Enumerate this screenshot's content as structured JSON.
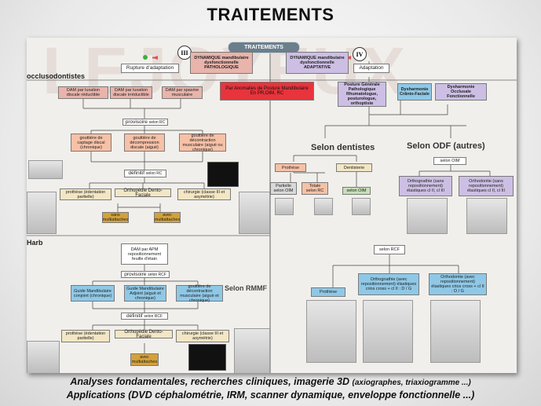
{
  "title": "TRAITEMENTS",
  "panel": {
    "watermark": "LEJOYEUX",
    "header_pill": "TRAITEMENTS",
    "roman_left": "III",
    "roman_right": "IV",
    "rupture": "Rupture d'adaptation",
    "adaptation": "Adaptation",
    "dam_patho": "DYNAMIQUE mandibulaire dysfonctionnelle PATHOLOGIQUE",
    "dam_adapt": "DYNAMIQUE mandibulaire dysfonctionnelle ADAPTATIVE",
    "anomalies": "Par Anomalies de Posture Mandibulaire En PR,OIM, RC",
    "section_occlu": "occlusodontistes",
    "section_harb": "Harb",
    "selon_dentistes": "Selon dentistes",
    "selon_odf": "Selon ODF (autres)",
    "selon_rmmf": "Selon RMMF",
    "occlu": {
      "dam1": "DAM par luxation discale réductible",
      "dam2": "DAM par luxation discale irréductible",
      "dam3": "DAM par spasme musculaire",
      "provisoire": "provisoire",
      "provisoire_sub": "selon RC",
      "g1": "gouttière de captage discal (chronique)",
      "g2": "gouttière de décompression discale (aiguë)",
      "g3": "gouttière de décontraction musculaire (aiguë ou chronique)",
      "definitif": "définitif",
      "definitif_sub": "selon RC",
      "prothese": "prothèse (édentation partielle)",
      "orthopedie": "Orthopédie Dento-Faciale",
      "chirurgie": "chirurgie (classe III et asymétrie)",
      "sans": "sans multiattaches",
      "avec": "avec multiattaches"
    },
    "posture": {
      "p1": "Posture Générale Pathologique Rhumatologue, posturologue, orthoptiste",
      "p2": "Dysharmonie Crânio-Faciale",
      "p3": "Dysharmonie Occlusale Fonctionnelle"
    },
    "dentistes": {
      "prothese": "Prothèse",
      "dentisterie": "Dentisterie",
      "partielle": "Partielle selon OIM",
      "totale": "Totale selon RC",
      "selon_oim": "selon OIM"
    },
    "odf": {
      "selon_oim": "selon OIM",
      "orthognathie": "Orthognathie (sans repositionnement) élastiques cl II, cl III",
      "orthodontie": "Orthodontie (sans repositionnement) élastiques cl II, cl III"
    },
    "harb": {
      "dam": "DAM par APM repositionnement feuille d'étain",
      "provisoire": "provisoire",
      "provisoire_sub": "selon RCF",
      "g1": "Guide Mandibulaire conjoint (chronique)",
      "g2": "Guide Mandibulaire Adjoint (aiguë et chronique)",
      "g3": "gouttière de décontraction musculaire (aiguë et chronique)",
      "definitif": "définitif",
      "definitif_sub": "selon RCF",
      "prothese": "prothèse (édentation partielle)",
      "orthopedie": "Orthopédie Dento-Faciale",
      "chirurgie": "chirurgie (classe III et asymétrie)",
      "avec": "avec multiattaches"
    },
    "rmmf": {
      "selon_rcf": "selon RCF",
      "prothese": "Prothèse",
      "orthognathie": "Orthognathie (avec repositionnement) élastiques crios cross + cl II : D / G",
      "orthodontie": "Orthodontie (avec repositionnement) élastiques crios cross + cl II : D / G"
    }
  },
  "footer": {
    "line1_main": "Analyses fondamentales, recherches cliniques, imagerie 3D",
    "line1_paren": "(axiographes, triaxiogramme ...)",
    "line2": "Applications (DVD céphalométrie, IRM, scanner dynamique, enveloppe fonctionnelle ...)"
  },
  "colors": {
    "panel_bg": "#f1efeb",
    "red_box": "#e8343c",
    "lavender": "#cdbfe4",
    "blue_box": "#8fc8e6",
    "pill": "#6b7e8c"
  }
}
